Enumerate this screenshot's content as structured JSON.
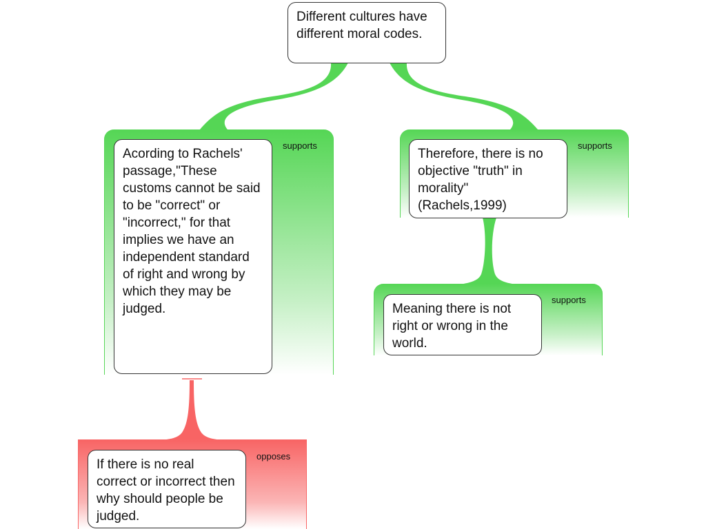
{
  "colors": {
    "support": "#55d655",
    "oppose": "#f86464"
  },
  "nodes": {
    "root": {
      "text": "Different cultures have different moral codes."
    },
    "left": {
      "text": "Acording to Rachels' passage,\"These customs cannot be said to be \"correct\" or \"incorrect,\" for that implies we have an independent standard of right and wrong by which they may be judged.",
      "relation": "supports"
    },
    "right": {
      "text": "Therefore, there is no objective \"truth\" in morality\" (Rachels,1999)",
      "relation": "supports"
    },
    "right_child": {
      "text": "Meaning there is not right or wrong in the world.",
      "relation": "supports"
    },
    "left_child": {
      "text": "If there is no real correct or incorrect then why should people be judged.",
      "relation": "opposes"
    }
  }
}
